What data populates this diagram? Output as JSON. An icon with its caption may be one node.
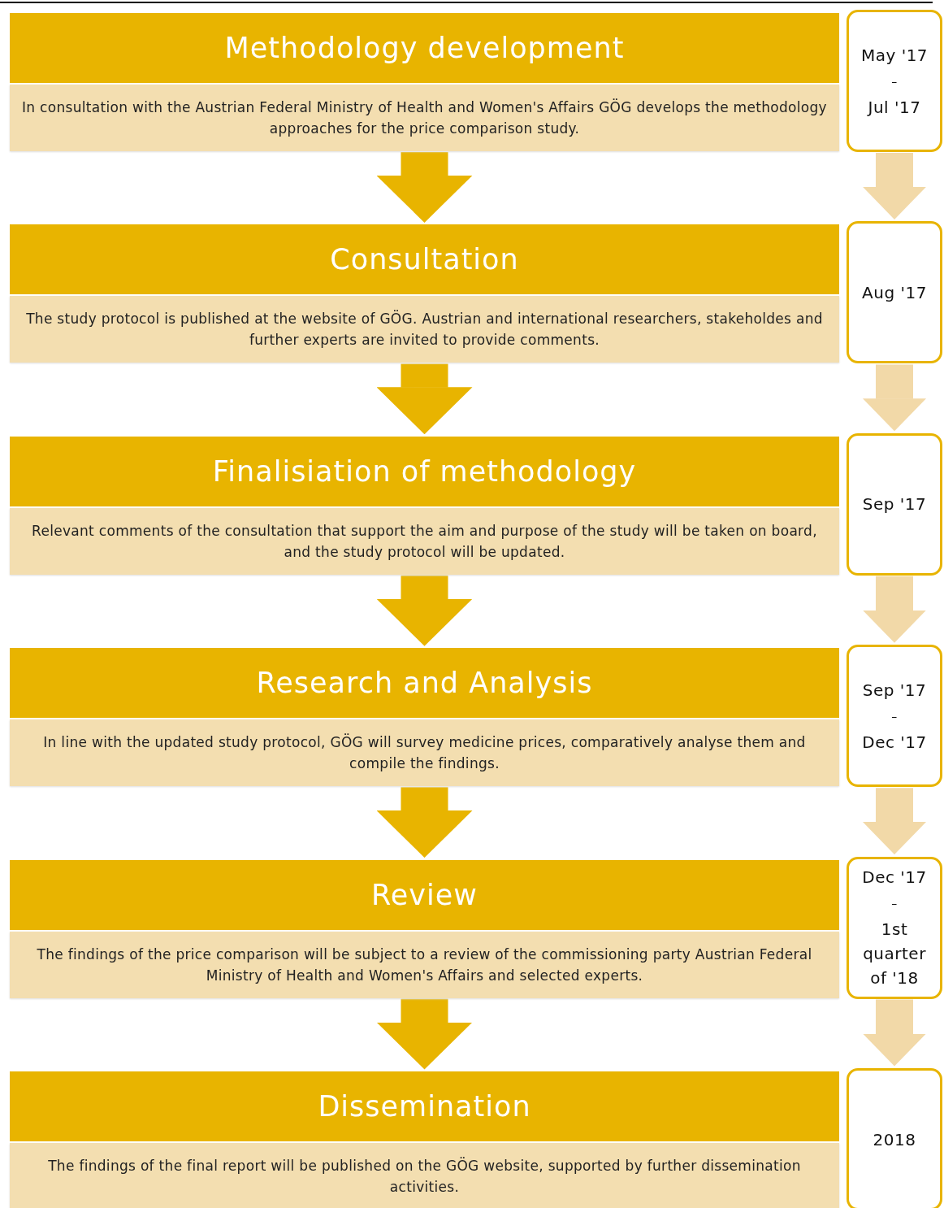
{
  "diagram": {
    "nodes": [
      {
        "text": [
          "Methodology development",
          "In consultation with the Austrian Federal Ministry of Health and Women's Affairs GÖG develops the methodology approaches  for the price comparison study."
        ]
      },
      {
        "text": [
          "May '17",
          "–",
          "Jul '17"
        ]
      },
      {
        "text": [
          "Consultation",
          "The study protocol is published at the website of GÖG. Austrian and international researchers, stakeholdes and further experts are invited to provide comments."
        ]
      },
      {
        "text": [
          "Aug '17"
        ]
      },
      {
        "text": [
          "Finalisiation of methodology",
          "Relevant comments of the consultation that support the aim and purpose of the study will be taken on board, and the study protocol will be updated."
        ]
      },
      {
        "text": [
          "Sep '17"
        ]
      },
      {
        "text": [
          "Research and Analysis",
          "In line with the updated study protocol, GÖG will survey medicine prices, comparatively analyse them and compile the findings."
        ]
      },
      {
        "text": [
          "Sep '17",
          "–",
          "Dec '17"
        ]
      },
      {
        "text": [
          "Review",
          "The findings of the price comparison will be subject to a review of the commissioning party Austrian Federal Ministry of Health and Women's Affairs and selected experts."
        ]
      },
      {
        "text": [
          "Dec '17",
          "–",
          "1st quarter of '18"
        ]
      },
      {
        "text": [
          "Dissemination",
          "The findings of the final report will be published on the GÖG website, supported by further dissemination activities."
        ]
      },
      {
        "text": [
          "2018"
        ]
      }
    ],
    "edges": [
      {
        "from": 0,
        "to": 2,
        "arrow": "to",
        "color": "#e8b400"
      },
      {
        "from": 1,
        "to": 3,
        "arrow": "to",
        "color": "#f2d9a8"
      },
      {
        "from": 2,
        "to": 4,
        "arrow": "to",
        "color": "#e8b400"
      },
      {
        "from": 3,
        "to": 5,
        "arrow": "to",
        "color": "#f2d9a8"
      },
      {
        "from": 4,
        "to": 6,
        "arrow": "to",
        "color": "#e8b400"
      },
      {
        "from": 5,
        "to": 7,
        "arrow": "to",
        "color": "#f2d9a8"
      },
      {
        "from": 6,
        "to": 8,
        "arrow": "to",
        "color": "#e8b400"
      },
      {
        "from": 7,
        "to": 9,
        "arrow": "to",
        "color": "#f2d9a8"
      },
      {
        "from": 8,
        "to": 10,
        "arrow": "to",
        "color": "#e8b400"
      },
      {
        "from": 9,
        "to": 11,
        "arrow": "to",
        "color": "#f2d9a8"
      }
    ]
  }
}
